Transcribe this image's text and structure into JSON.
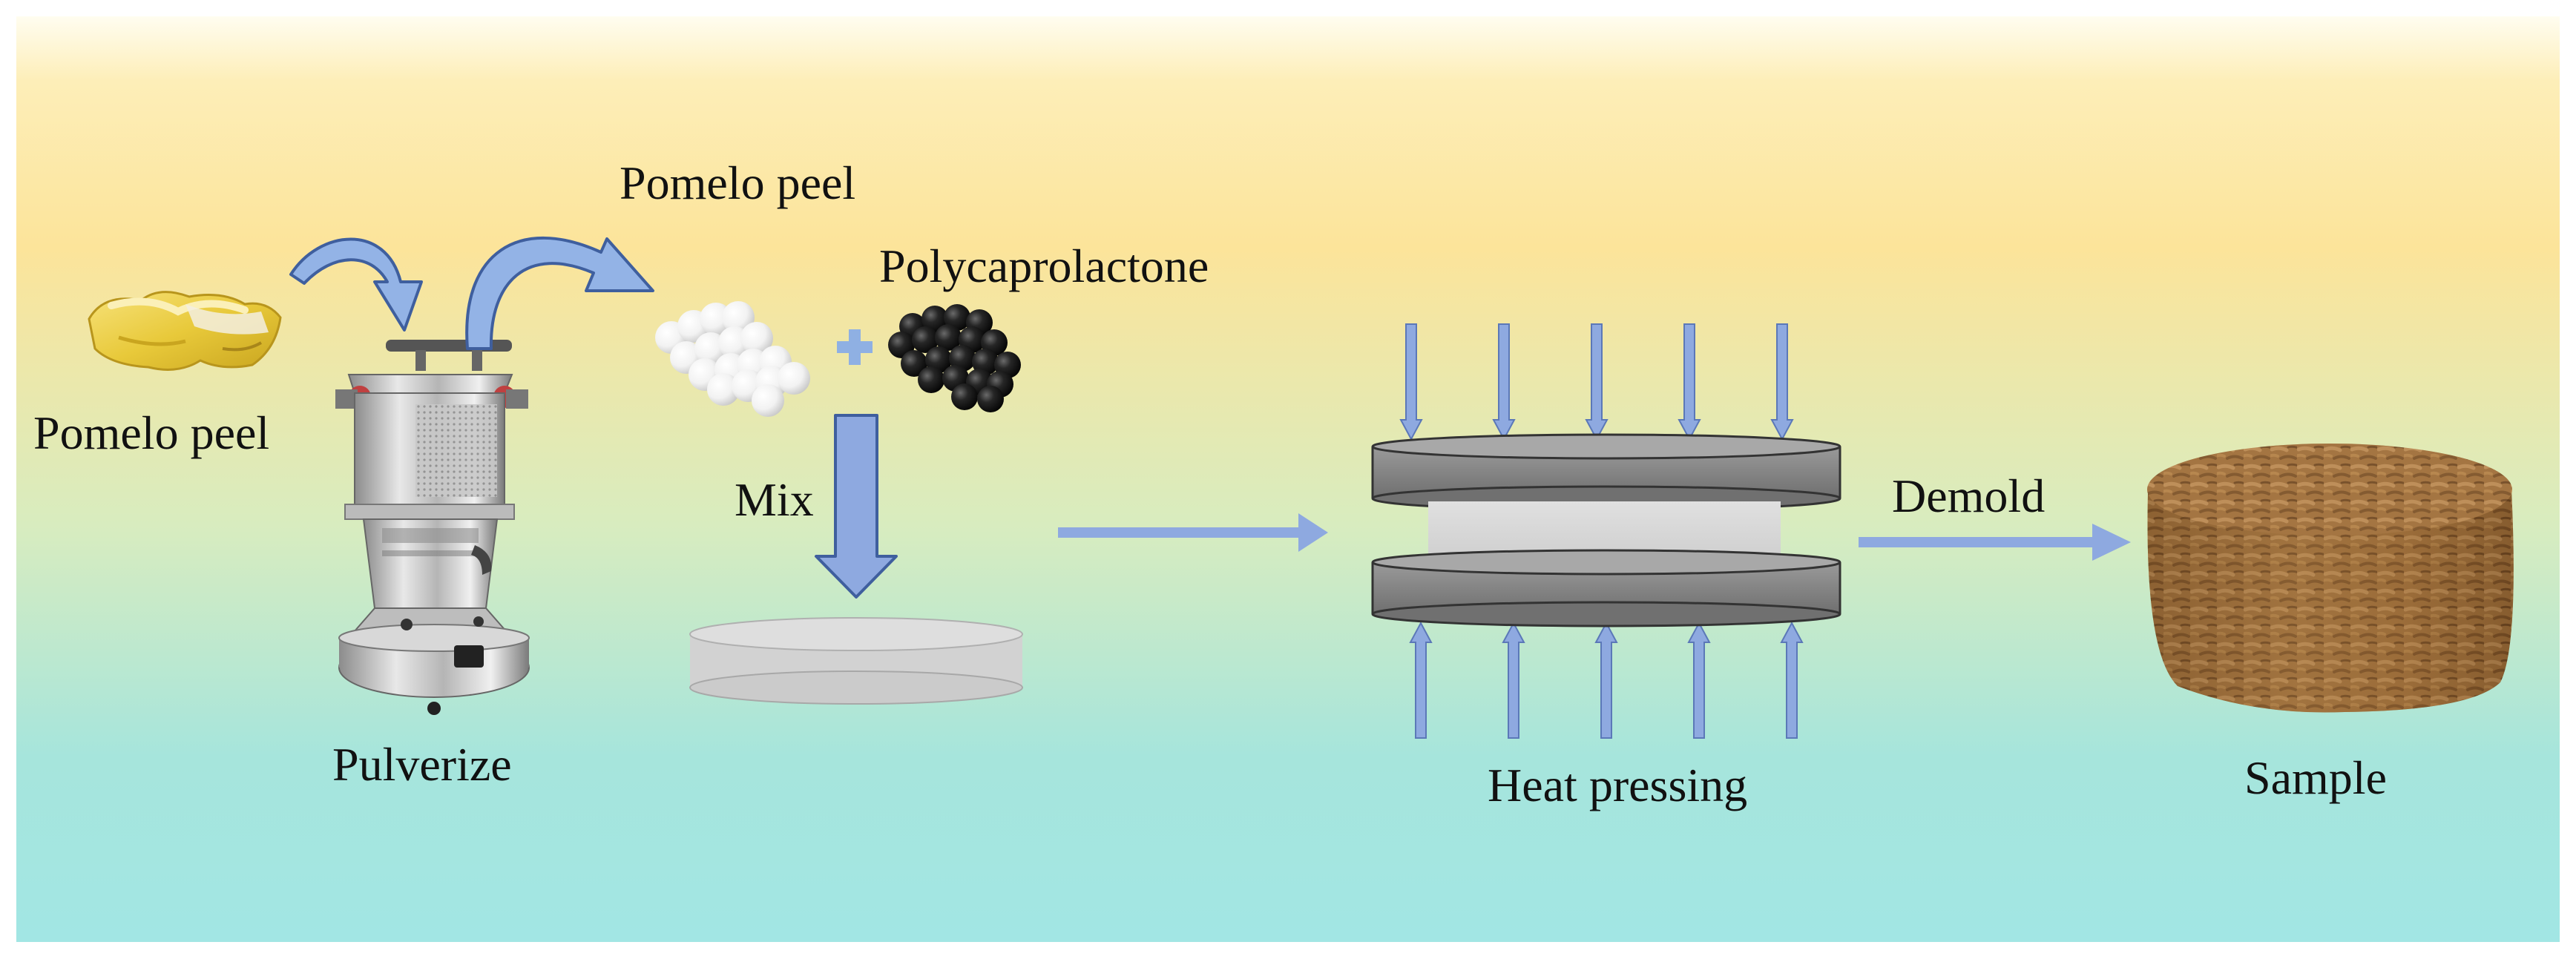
{
  "diagram": {
    "labels": {
      "pomelo_peel_left": "Pomelo peel",
      "pomelo_peel_top": "Pomelo peel",
      "polycaprolactone": "Polycaprolactone",
      "mix": "Mix",
      "pulverize": "Pulverize",
      "heat_pressing": "Heat pressing",
      "demold": "Demold",
      "sample": "Sample"
    },
    "colors": {
      "background_top": "#fce79f",
      "background_bottom": "#9ee6e2",
      "arrow": "#8ea9e0",
      "arrow_stroke": "#5b78b8",
      "curved_arrow": "#93b3e6",
      "plate": "#8a8a8a",
      "core": "#d9d9d9",
      "dish": "#d4d4d4",
      "sample": "#9a6a3a"
    }
  }
}
